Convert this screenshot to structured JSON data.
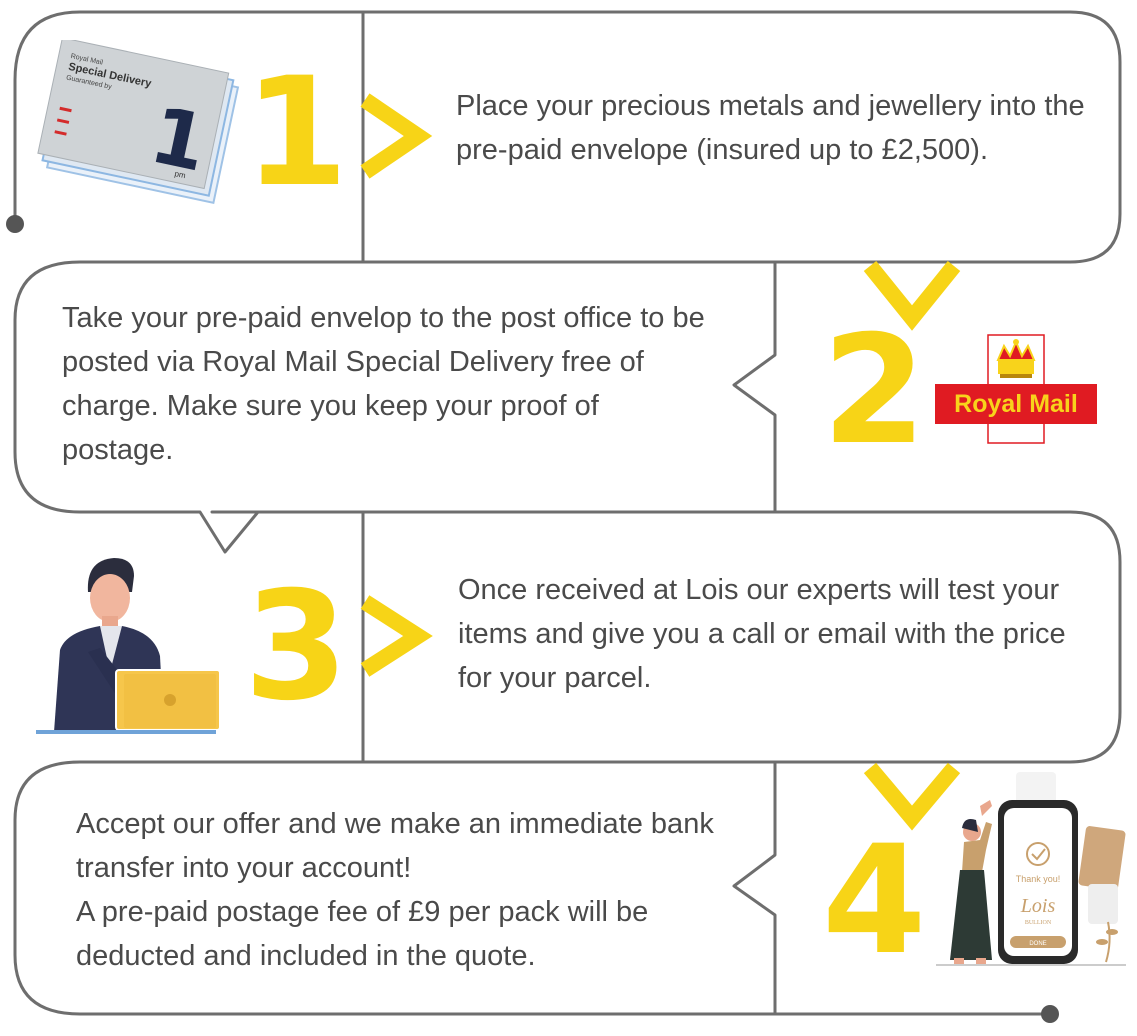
{
  "steps": [
    {
      "number": "1",
      "text": "Place your precious metals and jewellery into the pre-paid envelope (insured up to £2,500)."
    },
    {
      "number": "2",
      "text": "Take your pre-paid envelop to the post office to be posted via Royal Mail Special Delivery free of charge. Make sure you keep your proof of postage."
    },
    {
      "number": "3",
      "text": "Once received at Lois our experts will test your items and give you a call or email with the price for your parcel."
    },
    {
      "number": "4",
      "line1": "Accept our offer and  we make an immediate bank transfer into your account!",
      "line2": "A pre-paid postage fee of £9 per pack will be deducted and included in the quote."
    }
  ],
  "envelope": {
    "brand": "Royal Mail",
    "service": "Special Delivery",
    "sub": "Guaranteed by",
    "number": "1",
    "time": "pm"
  },
  "royal_mail_logo": "Royal Mail",
  "phone": {
    "thanks": "Thank you!",
    "brand": "Lois",
    "brand_sub": "BULLION",
    "button": "DONE"
  },
  "colors": {
    "accent": "#f7d417",
    "line": "#6e6e6e",
    "text": "#4a4a4a",
    "royal_mail_red": "#e01b22",
    "royal_mail_yellow": "#f8d31b"
  },
  "icons": [
    "envelope-illustration",
    "royal-mail-logo",
    "businessman-laptop-illustration",
    "phone-thank-you-illustration",
    "chevron-right-icon",
    "chevron-down-icon"
  ]
}
